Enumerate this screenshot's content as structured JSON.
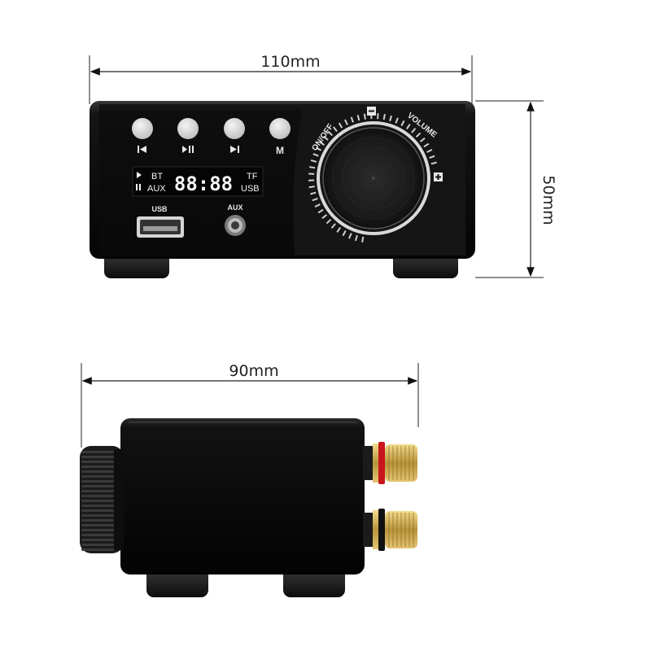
{
  "front_view": {
    "width_label": "110mm",
    "height_label": "50mm",
    "buttons": [
      {
        "icon": "previous-icon",
        "glyph": "⏮"
      },
      {
        "icon": "play-pause-icon",
        "glyph": "▶II"
      },
      {
        "icon": "next-icon",
        "glyph": "⏭"
      },
      {
        "icon": "mode-icon",
        "glyph": "M"
      }
    ],
    "display": {
      "mode_top_left": "BT",
      "mode_bottom_left": "AUX",
      "digits": "88:88",
      "mode_top_right": "TF",
      "mode_bottom_right": "USB"
    },
    "usb_label": "USB",
    "aux_label": "AUX",
    "knob_label_left": "ON/OFF",
    "knob_label_right": "VOLUME",
    "knob_minus": "-",
    "knob_plus": "+"
  },
  "side_view": {
    "width_label": "90mm",
    "terminal_colors": [
      "#c8161d",
      "#111111"
    ]
  }
}
